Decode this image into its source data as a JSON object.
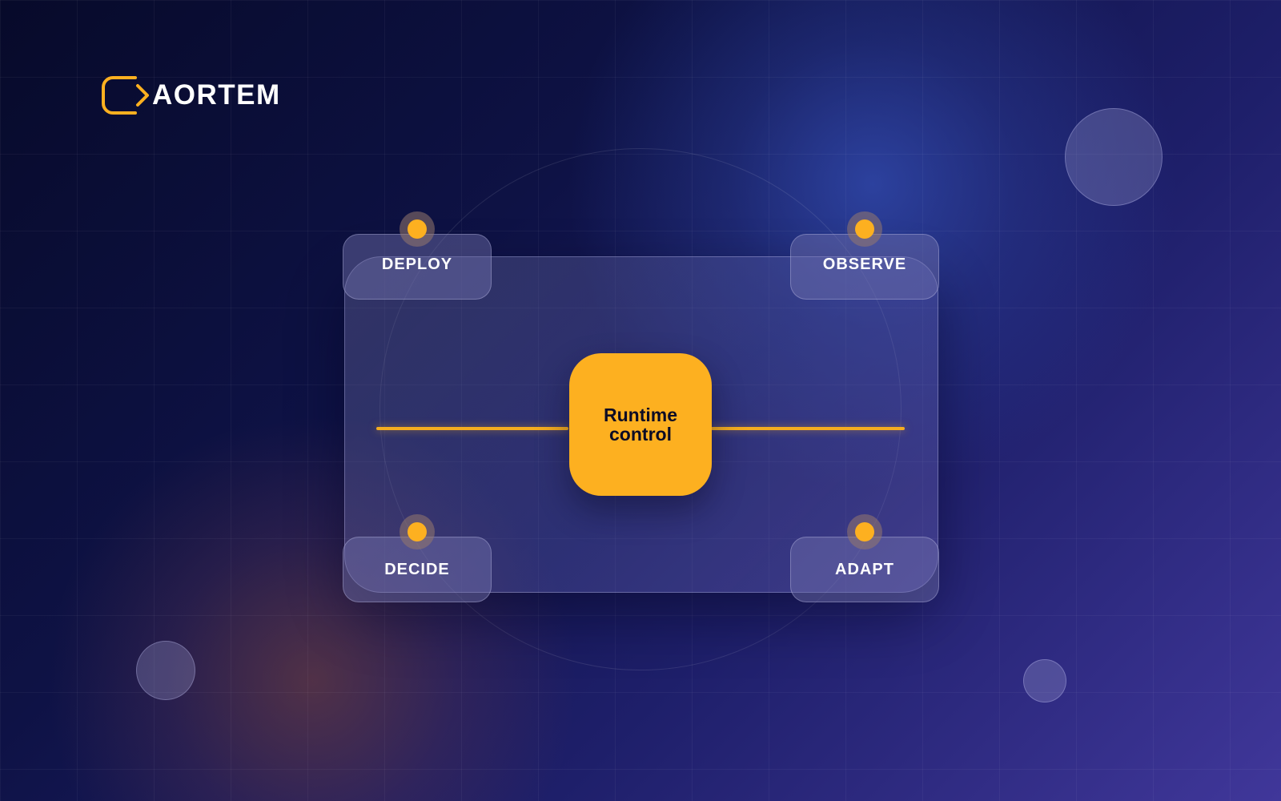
{
  "brand": {
    "name": "AORTEM",
    "logo_icon": "bracket-arrow-logo",
    "accent_color": "#fdb020"
  },
  "diagram": {
    "center_label": "Runtime control",
    "stages": [
      {
        "label": "DEPLOY"
      },
      {
        "label": "OBSERVE"
      },
      {
        "label": "DECIDE"
      },
      {
        "label": "ADAPT"
      }
    ]
  },
  "colors": {
    "background_dark": "#070a2a",
    "background_light": "#40379a",
    "accent": "#fdb020",
    "text": "#ffffff"
  }
}
